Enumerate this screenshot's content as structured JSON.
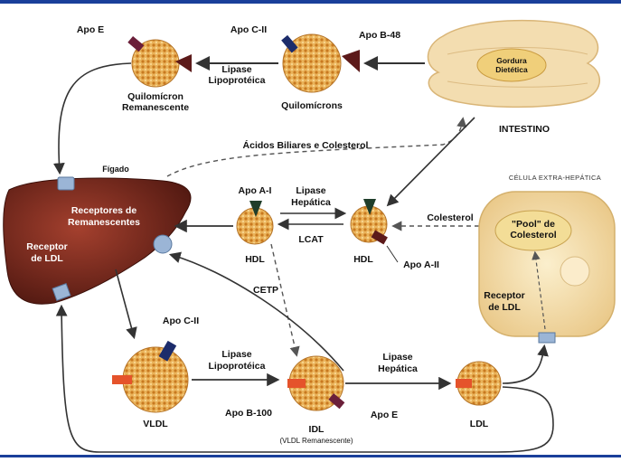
{
  "diagram": {
    "title": "Metabolismo das Lipoproteínas",
    "colors": {
      "frame_accent": "#1a3f9a",
      "particle": "#e8a94a",
      "particle_dot": "#c9791f",
      "liver": "#7a2a1e",
      "liver_dark": "#4e1710",
      "intestine": "#f3ddb0",
      "cell_fill": "#f6e6b8",
      "receptor": "#9bb5d6",
      "apo_dark_red": "#5c1a1a",
      "apo_navy": "#1c2c6b",
      "apo_green": "#1f3d2a",
      "apo_orange": "#e5532b",
      "apo_maroon": "#6b1f3a",
      "arrow": "#333333"
    },
    "nodes": {
      "quilomicron_remanescente": "Quilomícron\nRemanescente",
      "quilomicrons": "Quilomícrons",
      "intestino": "INTESTINO",
      "gordura_dietetica": "Gordura\nDietética",
      "figado": "Fígado",
      "receptores_remanescentes": "Receptores de\nRemanescentes",
      "receptor_ldl_liver": "Receptor\nde LDL",
      "hdl_left": "HDL",
      "hdl_right": "HDL",
      "celula_extra_hepatica": "CÉLULA EXTRA-HEPÁTICA",
      "pool_colesterol": "\"Pool\" de\nColesterol",
      "receptor_ldl_cell": "Receptor\nde LDL",
      "vldl": "VLDL",
      "idl": "IDL",
      "idl_sub": "(VLDL Remanescente)",
      "ldl": "LDL"
    },
    "apos": {
      "apo_e_top": "Apo E",
      "apo_c2_top": "Apo C-II",
      "apo_b48": "Apo B-48",
      "apo_a1": "Apo A-I",
      "apo_a2": "Apo A-II",
      "apo_c2_vldl": "Apo C-II",
      "apo_b100": "Apo B-100",
      "apo_e_idl": "Apo E"
    },
    "processes": {
      "lipase_lipoproteica_top": "Lipase\nLipoproteica",
      "acidos_biliares": "Ácidos Biliares e Colesterol",
      "lipase_hepatica_hdl": "Lipase\nHepática",
      "lcat": "LCAT",
      "colesterol": "Colesterol",
      "cetp": "CETP",
      "lipase_lipoproteica_vldl": "Lipase\nLipoprotéica",
      "lipase_hepatica_idl": "Lipase\nHepática"
    }
  }
}
